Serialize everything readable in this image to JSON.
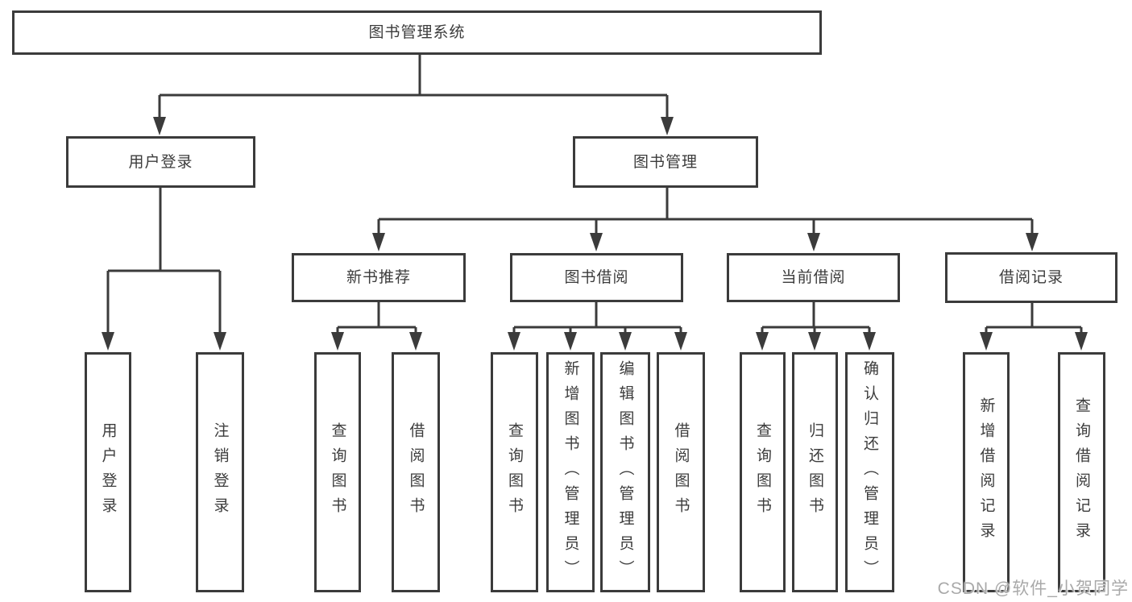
{
  "tree": {
    "root": {
      "label": "图书管理系统",
      "children": [
        {
          "label": "用户登录",
          "children": [
            {
              "label": "用户登录"
            },
            {
              "label": "注销登录"
            }
          ]
        },
        {
          "label": "图书管理",
          "children": [
            {
              "label": "新书推荐",
              "children": [
                {
                  "label": "查询图书"
                },
                {
                  "label": "借阅图书"
                }
              ]
            },
            {
              "label": "图书借阅",
              "children": [
                {
                  "label": "查询图书"
                },
                {
                  "label": "新增图书（管理员）"
                },
                {
                  "label": "编辑图书（管理员）"
                },
                {
                  "label": "借阅图书"
                }
              ]
            },
            {
              "label": "当前借阅",
              "children": [
                {
                  "label": "查询图书"
                },
                {
                  "label": "归还图书"
                },
                {
                  "label": "确认归还（管理员）"
                }
              ]
            },
            {
              "label": "借阅记录",
              "children": [
                {
                  "label": "新增借阅记录"
                },
                {
                  "label": "查询借阅记录"
                }
              ]
            }
          ]
        }
      ]
    }
  },
  "watermark": {
    "text": "CSDN @软件_小贺同学"
  },
  "colors": {
    "line": "#3b3b3b",
    "text": "#3c3c3c",
    "watermark": "#a9a9a9",
    "background": "#ffffff"
  }
}
